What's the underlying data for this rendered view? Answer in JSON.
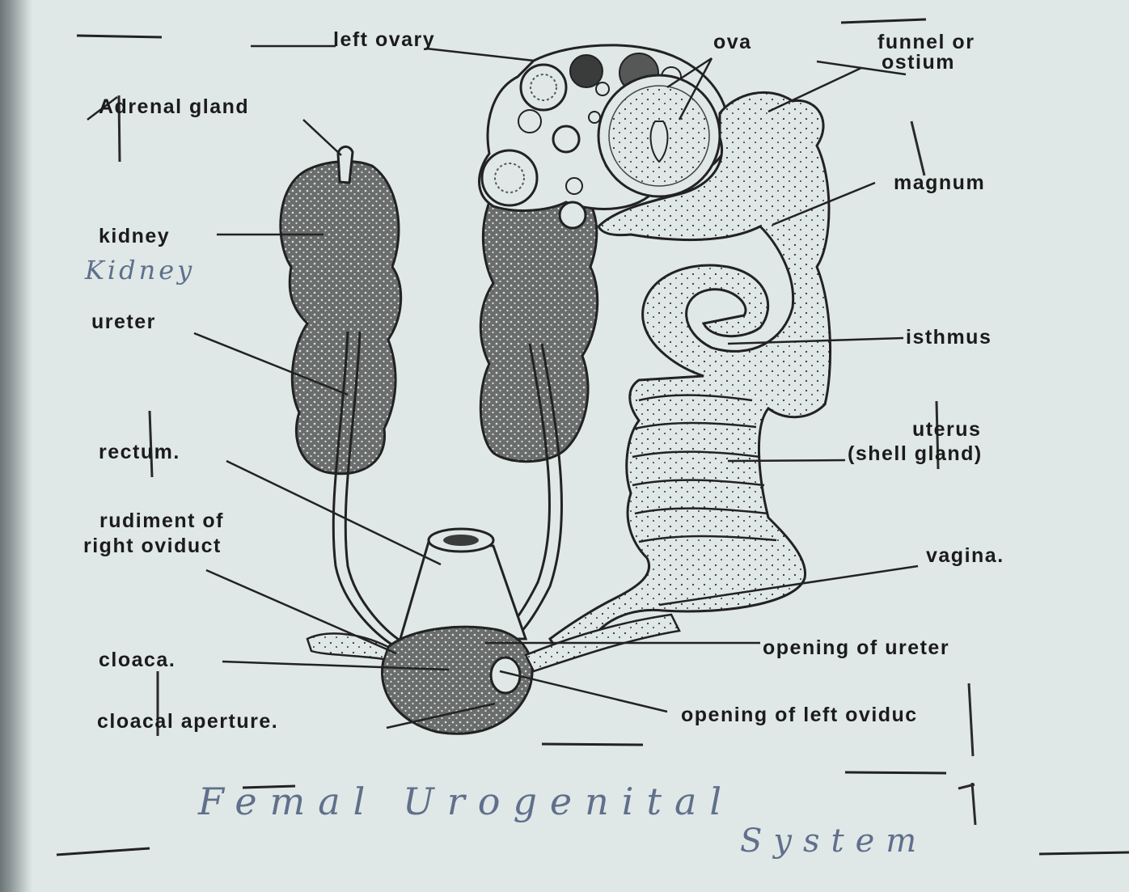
{
  "labels": {
    "left_ovary": "left ovary",
    "ova": "ova",
    "funnel_or": "funnel or",
    "ostium": "ostium",
    "adrenal_gland": "Adrenal gland",
    "kidney": "kidney",
    "magnum": "magnum",
    "ureter": "ureter",
    "isthmus": "isthmus",
    "uterus": "uterus",
    "shell_gland": "(shell gland)",
    "rectum": "rectum.",
    "rudiment_of": "rudiment of",
    "right_oviduct": "right oviduct",
    "vagina": "vagina.",
    "cloaca": "cloaca.",
    "opening_of_ureter": "opening of ureter",
    "cloacal_aperture": "cloacal aperture.",
    "opening_of_left_oviduct": "opening of left oviduc"
  },
  "handwriting": {
    "kidney_note": "Kidney",
    "title_line1": "Femal Urogenital",
    "title_line2": "System"
  },
  "colors": {
    "paper": "#dfe8e6",
    "ink": "#1b1b1b",
    "pencil": "#5f6f8c"
  }
}
